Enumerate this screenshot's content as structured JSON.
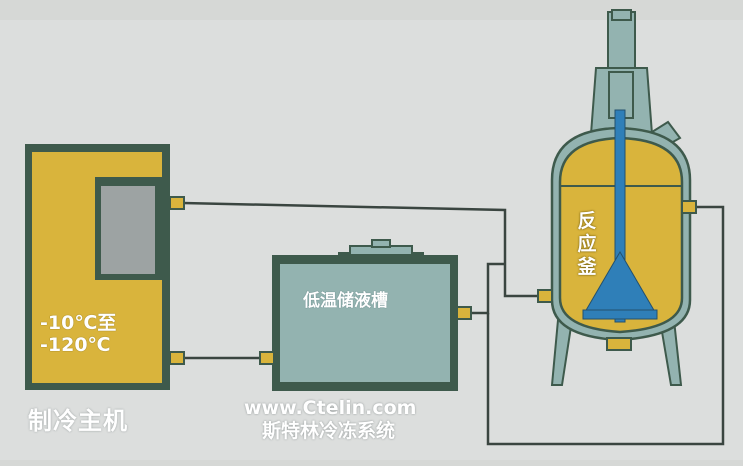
{
  "labels": {
    "chiller_temp_line1": "-10℃至",
    "chiller_temp_line2": "-120℃",
    "chiller_name": "制冷主机",
    "tank_name": "低温储液槽",
    "reactor_name": "反应釜",
    "website": "www.Ctelin.com",
    "company": "斯特林冷冻系统"
  },
  "colors": {
    "background": "#d6d8d6",
    "vessel_fill": "#d9b43c",
    "tank_fill": "#93b3b0",
    "outline": "#2f4a42",
    "pipe": "#3a4540",
    "agitator": "#2f7fb8",
    "window": "#9da3a3"
  }
}
